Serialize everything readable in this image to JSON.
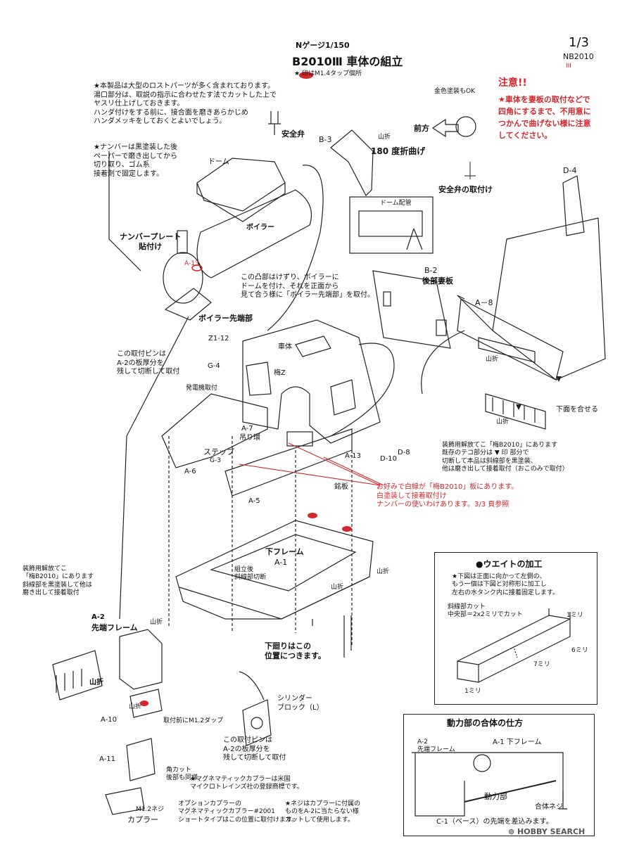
{
  "header": {
    "gauge": "Nゲージ1/150",
    "title": "B2010Ⅲ 車体の組立",
    "tap_note": "★ 印はM1.4タップ個所",
    "page": "1/3",
    "code": "NB2010",
    "code_sub": "III"
  },
  "notes": {
    "intro": "★本製品は大型のロストパーツが多く含まれております。\n湯口部分は、取説の指示に合わせたす法でカットした上で\nヤスリ仕上げしておきます。\nハンダ付けをする前に、接合面を磨きあらかじめ\nハンダメッキをしておくとよいでしょう。",
    "number_plate": "★ナンバーは黒塗装した後\nペーパーで磨き出してから\n切り取り、ゴム系\n接着剤で固定します。",
    "caution_title": "注意!!",
    "caution_body": "★車体を妻板の取付などで\n四角にするまで、不用意に\nつかんで曲げない様に注意\nしてください。"
  },
  "labels": {
    "gold_paint": "金色塗装もOK",
    "front": "前方",
    "safety_valve": "安全弁",
    "safety_valve_mount": "安全弁の取付け",
    "b3": "B-3",
    "yamaori": "山折",
    "bend180": "180 度折曲げ",
    "dome": "ドーム",
    "boiler": "ボイラー",
    "dome_position": "ドーム配管",
    "number_plate_attach": "ナンバープレート\n貼付け",
    "a13_top": "A-13",
    "boiler_note": "この凸部はけずり、ボイラーに\nドームを付け、それを正面から\n見て合う様に「ボイラー先端部」を取付。",
    "boiler_front": "ボイラー先端部",
    "b2": "B-2",
    "rear_wall": "後部妻板",
    "a8": "A－8",
    "d4": "D-4",
    "yamaori2": "山折",
    "align_bottom": "下面を合せる",
    "yamaori3": "山折",
    "z1_12": "Z1-12",
    "g4": "G-4",
    "body": "車体",
    "ume": "梅Z",
    "pin_note": "この取付ピンは\nA-2の板厚分を\n残して切断して取付",
    "generator": "発電機取付",
    "a7": "A-7",
    "hanger": "吊り環",
    "step": "ステップ",
    "g3": "G-3",
    "a6": "A-6",
    "a13": "A-13",
    "d10": "D-10",
    "d8": "D-8",
    "nameplate": "銘板",
    "a5": "A-5",
    "decor_note": "装飾用解放てこ「梅B2010」にあります\n既存のテコ部分は ▼ 印 部分で\n切断して本品は斜線部を黒塗装、\n他は磨き出して接着取付（おこのみで取付）",
    "red_note": "お好みで白線が「梅B2010」板にあります。\n白塗装して接着取付け\nナンバーの使いわけあります。3/3 頁参照",
    "lower_frame": "下フレーム",
    "a1": "A-1",
    "assembly": "組立後\n斜線部切断",
    "yamaori4": "山折",
    "yamaori5": "山折",
    "lower_note": "下廻りはこの\n位置につきます。",
    "left_decor_note": "装飾用解放てこ\n「梅B2010」にあります\n斜線部を黒塗装して他は\n磨き出して接着取付",
    "a2": "A-2",
    "front_frame": "先端フレーム",
    "yamaori6": "山折",
    "yamaori7": "山折",
    "a10": "A-10",
    "yamaori8": "山折",
    "tap_m12": "取付前にM1.2ダップ",
    "cylinder": "シリンダー\nブロック（L）",
    "pin_note2": "この取付ピンは\nA-2の板厚分を\n残して切断して取付",
    "a11": "A-11",
    "corner_cut": "角カット\n後部も同様",
    "m12_screw": "M1.2ネジ",
    "coupler": "カプラー",
    "magnematic": "★マグネマティックカプラーは米国\nマイクロトレインズ社の登録商標です。",
    "optional_coupler": "オプションカプラーの\nマグネマティックカプラー#2001\nショートタイプはこの位置に取付けます。",
    "screw_note": "★ネジはカプラーに付属の\nものをA-2に当たらない様\nカットして使用します。"
  },
  "weight_box": {
    "title": "●ウエイトの加工",
    "desc": "★下図は正面に向かって左側の、\nもう一個は下図と対称形に加工し\n左右の水タンク内に接着固定します。",
    "cut_label": "斜線部カット\n中央部＝2x2ミリでカット",
    "dim1": "1ミリ",
    "dim6": "6ミリ",
    "dim7": "7ミリ",
    "dim1b": "1ミリ"
  },
  "power_box": {
    "title": "動力部の合体の仕方",
    "a2": "A-2\n先端フレーム",
    "a1": "A-1 下フレーム",
    "power": "動力部",
    "screw": "合体ネジ",
    "base_note": "C-1（ベース）の先端を差込みます。"
  },
  "watermark": {
    "brand": "HOBBY SEARCH"
  },
  "colors": {
    "accent_red": "#d4262b",
    "line": "#222222"
  }
}
